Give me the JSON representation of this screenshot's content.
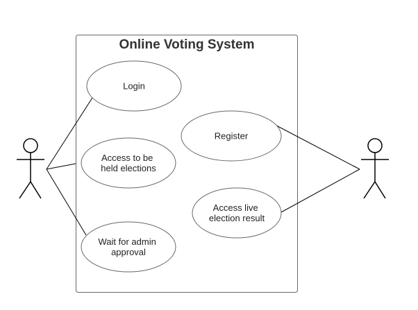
{
  "system": {
    "title": "Online Voting System"
  },
  "use_cases": {
    "login": [
      "Login"
    ],
    "register": [
      "Register"
    ],
    "access_elections": [
      "Access to be",
      "held elections"
    ],
    "access_results": [
      "Access live",
      "election result"
    ],
    "wait_approval": [
      "Wait for admin",
      "approval"
    ]
  },
  "colors": {
    "line": "#000000",
    "border": "#666666",
    "title": "#333333",
    "text": "#1f1f1f",
    "background": "#ffffff"
  }
}
